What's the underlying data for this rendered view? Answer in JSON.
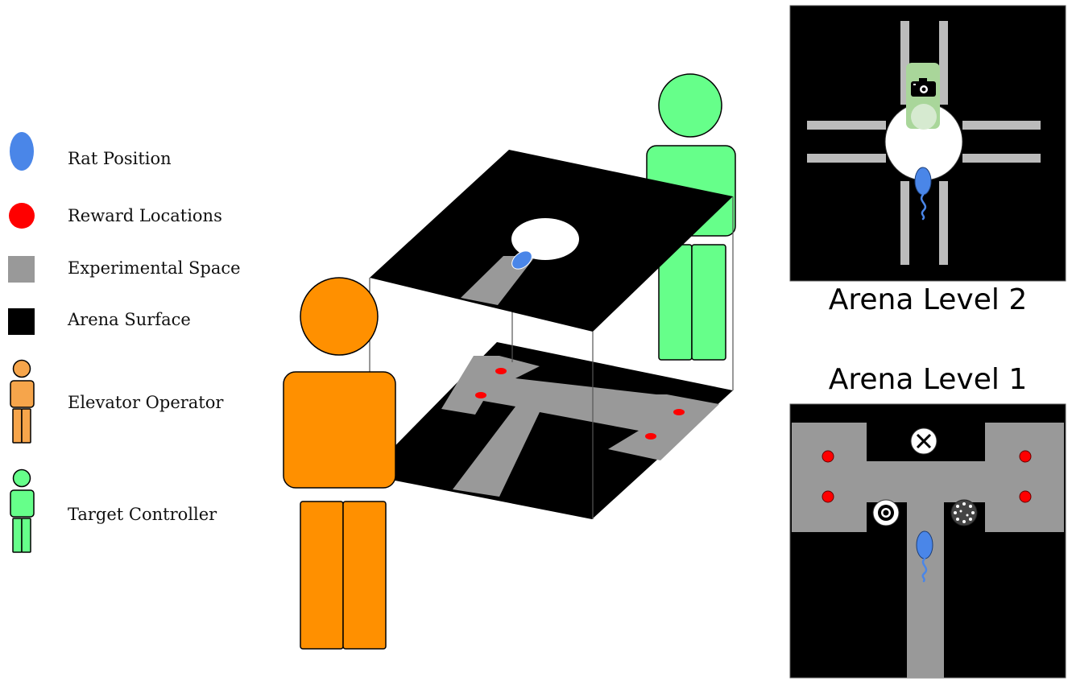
{
  "legend": {
    "items": [
      {
        "id": "rat",
        "label": "Rat Position",
        "color": "#4a86e8"
      },
      {
        "id": "reward",
        "label": "Reward Locations",
        "color": "#ff0000"
      },
      {
        "id": "experimental",
        "label": "Experimental Space",
        "color": "#999999"
      },
      {
        "id": "arena",
        "label": "Arena Surface",
        "color": "#000000"
      },
      {
        "id": "elevator",
        "label": "Elevator Operator",
        "color": "#f6a54b"
      },
      {
        "id": "target",
        "label": "Target Controller",
        "color": "#66ff8a"
      }
    ]
  },
  "arenas": {
    "level2_title": "Arena Level 2",
    "level1_title": "Arena Level 1"
  },
  "colors": {
    "operator_orange": "#ff9000",
    "controller_green": "#66ff8a",
    "gray_space": "#999999",
    "rat_blue": "#4a86e8",
    "reward_red": "#ff0000",
    "camera_mount": "#a9d69a"
  },
  "icons": [
    "camera-icon",
    "x-cue-icon",
    "ring-cue-icon",
    "dot-cue-icon"
  ]
}
